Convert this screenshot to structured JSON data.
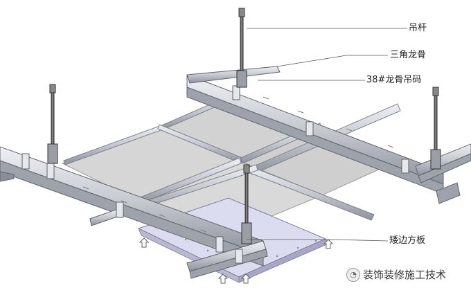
{
  "labels": {
    "hanger_rod": "吊杆",
    "triangle_keel": "三角龙骨",
    "keel_clip": "38#龙骨吊码",
    "drop_edge_panel": "矮边方板"
  },
  "watermark": {
    "text": "装饰装修施工技术",
    "icon": "wechat-icon"
  },
  "colors": {
    "panel": "#d4d4d4",
    "rail": "#c9cbd1",
    "rail_edge": "#6b6f78",
    "drop_panel": "#dcdcf0",
    "rod": "#555555",
    "leader": "#555555"
  }
}
